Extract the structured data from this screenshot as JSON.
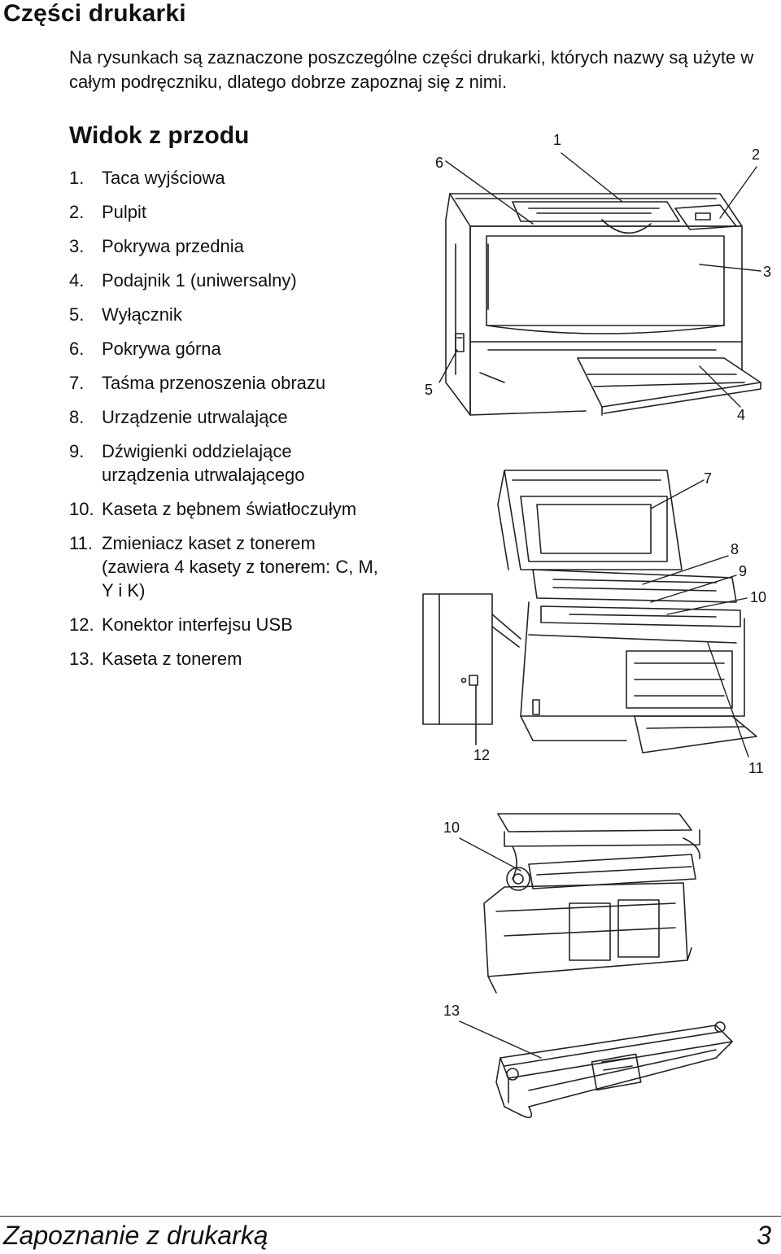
{
  "page": {
    "title": "Części drukarki",
    "intro": "Na rysunkach są zaznaczone poszczególne części drukarki, których nazwy są użyte w całym podręczniku, dlatego dobrze zapoznaj się z nimi.",
    "section_title": "Widok z przodu"
  },
  "parts": [
    {
      "num": "1.",
      "label": "Taca wyjściowa"
    },
    {
      "num": "2.",
      "label": "Pulpit"
    },
    {
      "num": "3.",
      "label": "Pokrywa przednia"
    },
    {
      "num": "4.",
      "label": "Podajnik 1 (uniwersalny)"
    },
    {
      "num": "5.",
      "label": "Wyłącznik"
    },
    {
      "num": "6.",
      "label": "Pokrywa górna"
    },
    {
      "num": "7.",
      "label": "Taśma przenoszenia obrazu"
    },
    {
      "num": "8.",
      "label": "Urządzenie utrwalające"
    },
    {
      "num": "9.",
      "label": "Dźwigienki oddzielające urządzenia utrwalającego"
    },
    {
      "num": "10.",
      "label": "Kaseta z bębnem światłoczułym"
    },
    {
      "num": "11.",
      "label": "Zmieniacz kaset z tonerem (zawiera 4 kasety z tonerem: C, M, Y i K)"
    },
    {
      "num": "12.",
      "label": "Konektor interfejsu USB"
    },
    {
      "num": "13.",
      "label": "Kaseta z tonerem"
    }
  ],
  "callouts": {
    "c1": "1",
    "c2": "2",
    "c3": "3",
    "c4": "4",
    "c5": "5",
    "c6": "6",
    "c7": "7",
    "c8": "8",
    "c9": "9",
    "c10": "10",
    "c11": "11",
    "c12": "12",
    "c10b": "10",
    "c13": "13"
  },
  "footer": {
    "chapter": "Zapoznanie z drukarką",
    "page_number": "3"
  }
}
